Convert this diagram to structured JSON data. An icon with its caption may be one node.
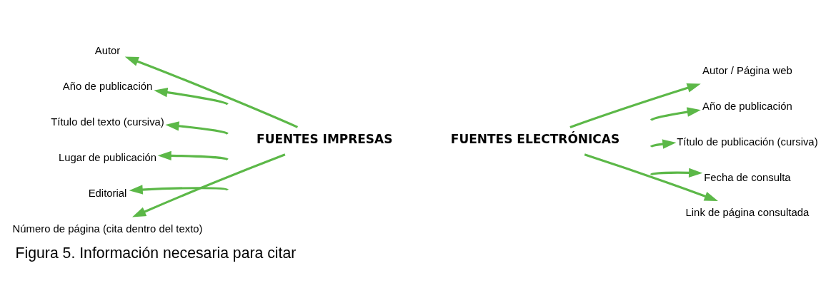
{
  "diagram": {
    "caption": "Figura 5. Información necesaria para citar",
    "nodes": [
      {
        "text": [
          "FUENTES IMPRESAS"
        ]
      },
      {
        "text": [
          "Autor"
        ]
      },
      {
        "text": [
          "Año de publicación"
        ]
      },
      {
        "text": [
          "Título del texto (cursiva)"
        ]
      },
      {
        "text": [
          "Lugar de publicación"
        ]
      },
      {
        "text": [
          "Editorial"
        ]
      },
      {
        "text": [
          "Número de página (cita dentro del texto)"
        ]
      },
      {
        "text": [
          "FUENTES ELECTRÓNICAS"
        ]
      },
      {
        "text": [
          "Autor / Página web"
        ]
      },
      {
        "text": [
          "Año de publicación"
        ]
      },
      {
        "text": [
          "Título de publicación (cursiva)"
        ]
      },
      {
        "text": [
          "Fecha de consulta"
        ]
      },
      {
        "text": [
          "Link de página consultada"
        ]
      }
    ],
    "edges": [
      {
        "from": 0,
        "to": 1,
        "arrow": "to"
      },
      {
        "from": null,
        "to": 2,
        "arrow": "to"
      },
      {
        "from": null,
        "to": 3,
        "arrow": "to"
      },
      {
        "from": null,
        "to": 4,
        "arrow": "to"
      },
      {
        "from": null,
        "to": 5,
        "arrow": "to"
      },
      {
        "from": 0,
        "to": 6,
        "arrow": "to"
      },
      {
        "from": 7,
        "to": 8,
        "arrow": "to"
      },
      {
        "from": null,
        "to": 9,
        "arrow": "to"
      },
      {
        "from": null,
        "to": 10,
        "arrow": "to"
      },
      {
        "from": null,
        "to": 11,
        "arrow": "to"
      },
      {
        "from": 7,
        "to": 12,
        "arrow": "to"
      }
    ]
  }
}
